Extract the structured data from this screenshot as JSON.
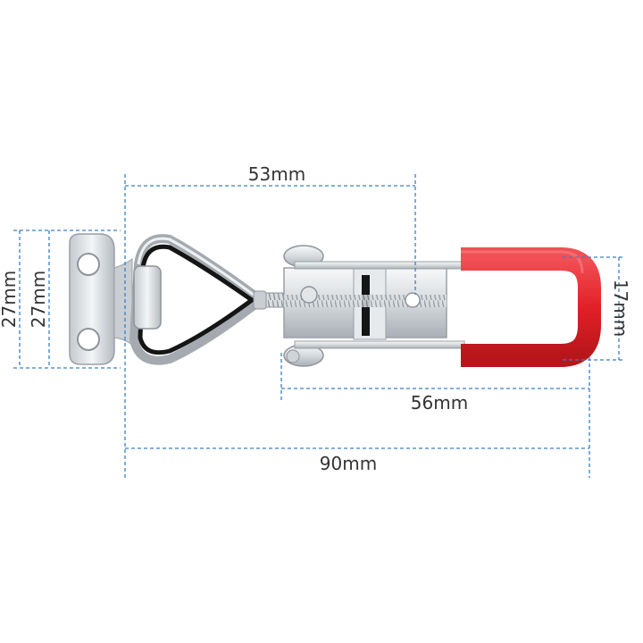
{
  "colors": {
    "dimension_line": "#3a7fc4",
    "text": "#333333",
    "steel_light": "#eef1f3",
    "steel_mid": "#c9ced3",
    "steel_dark": "#8e959c",
    "handle_red": "#e8252b",
    "handle_red_dark": "#b8161b",
    "rubber_black": "#151515"
  },
  "dimensions": {
    "top_length": "53mm",
    "height_outer": "27mm",
    "height_inner": "27mm",
    "handle_height": "17mm",
    "mid_length": "56mm",
    "overall_length": "90mm"
  },
  "icons": [
    "toggle-latch-clamp-illustration"
  ]
}
